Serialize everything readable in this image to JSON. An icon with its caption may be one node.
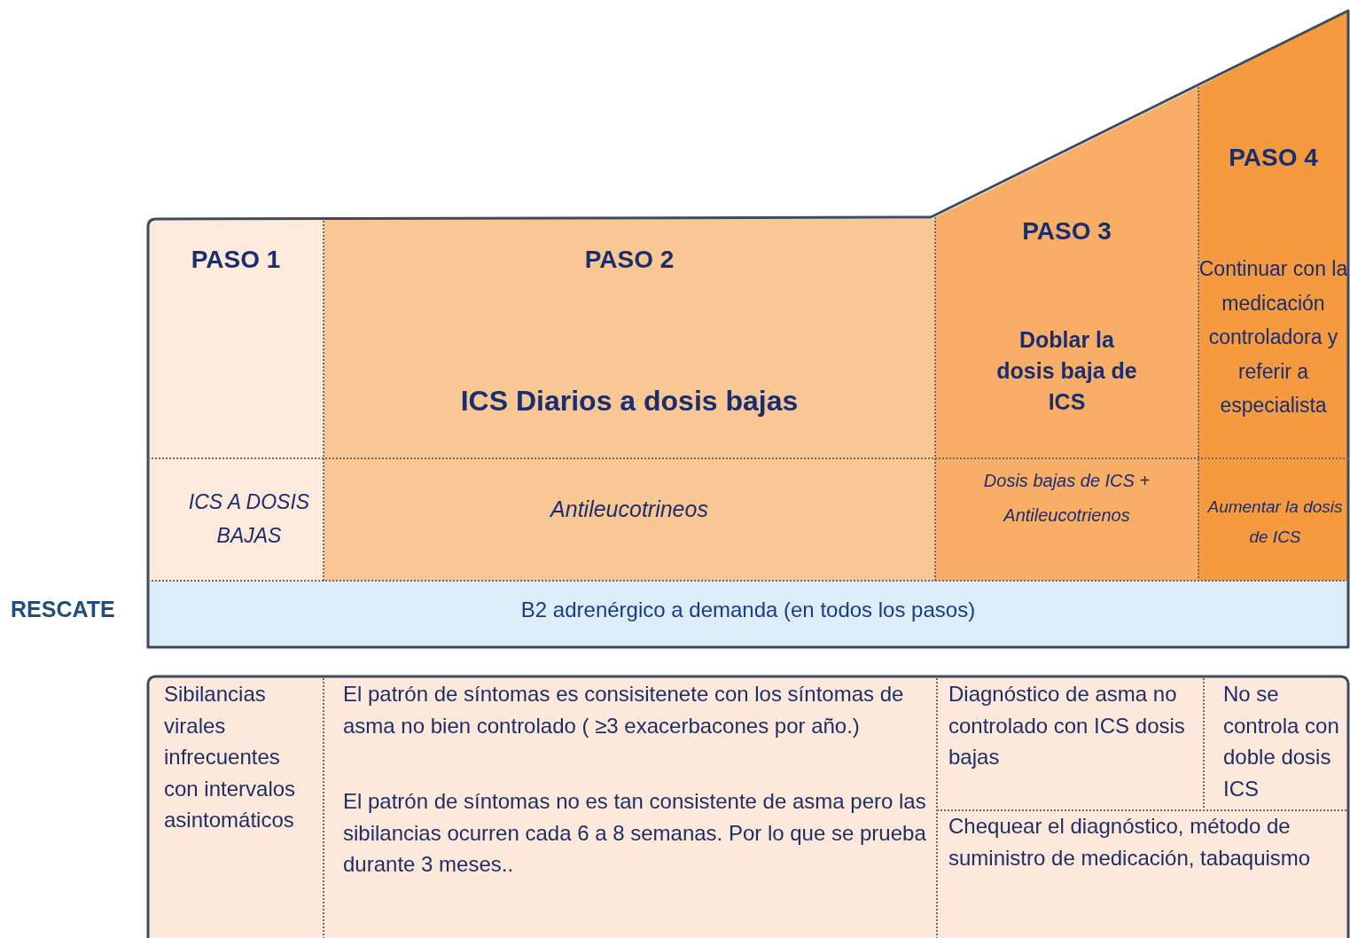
{
  "diagram": {
    "nodes": [
      {
        "text": [
          "PASO 1"
        ]
      },
      {
        "text": [
          "PASO 2",
          "ICS Diarios a dosis bajas"
        ]
      },
      {
        "text": [
          "PASO 3",
          "Doblar la dosis baja de ICS"
        ]
      },
      {
        "text": [
          "PASO 4",
          "Continuar con la medicación controladora y referir a especialista"
        ]
      },
      {
        "text": [
          "ICS A DOSIS BAJAS"
        ]
      },
      {
        "text": [
          "Antileucotrineos"
        ]
      },
      {
        "text": [
          "Dosis bajas de ICS + Antileucotrienos"
        ]
      },
      {
        "text": [
          "Aumentar la dosis de ICS"
        ]
      },
      {
        "text": [
          "B2 adrenérgico a demanda (en todos los pasos)"
        ],
        "beside": [
          "RESCATE"
        ]
      },
      {
        "text": [
          "Sibilancias virales infrecuentes con intervalos asintomáticos"
        ]
      },
      {
        "text": [
          "El patrón de síntomas es consisitenete con los síntomas de asma no bien controlado ( ≥3 exacerbacones por año.)",
          "El patrón de síntomas no es tan consistente de asma pero las sibilancias ocurren cada 6 a 8 semanas. Por lo que se prueba durante 3 meses.."
        ]
      },
      {
        "text": [
          "Diagnóstico de asma no controlado con ICS dosis bajas"
        ]
      },
      {
        "text": [
          "No se controla con doble dosis ICS"
        ]
      },
      {
        "text": [
          "Chequear el diagnóstico, método de suministro de medicación, tabaquismo"
        ]
      }
    ]
  }
}
